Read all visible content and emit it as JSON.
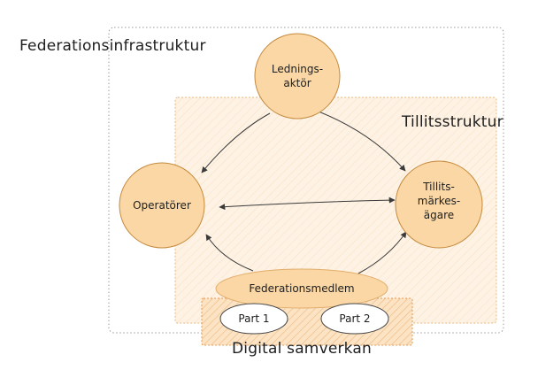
{
  "regions": {
    "federation_infrastructure": "Federationsinfrastruktur",
    "trust_structure": "Tillitsstruktur",
    "digital_collaboration": "Digital samverkan"
  },
  "nodes": {
    "ledningsaktor": [
      "Lednings-",
      "aktör"
    ],
    "operatorer": [
      "Operatörer"
    ],
    "tillitsmarkesagare": [
      "Tillits-",
      "märkes-",
      "ägare"
    ],
    "federationsmedlem": [
      "Federationsmedlem"
    ],
    "part1": [
      "Part 1"
    ],
    "part2": [
      "Part 2"
    ]
  },
  "colors": {
    "node_fill": "#fad7a5",
    "node_stroke": "#c58a3e",
    "trust_fill": "#fdf2e3",
    "hatch": "#e8a968",
    "outline": "#9a9a9a",
    "edge": "#3a3a3a",
    "party_fill": "#ffffff"
  }
}
